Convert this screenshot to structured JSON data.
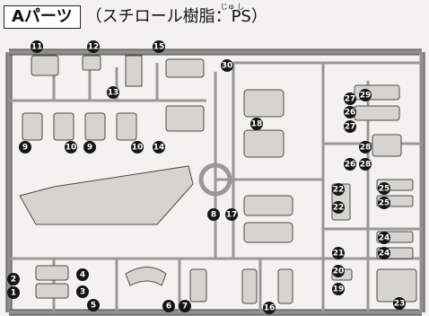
{
  "header": {
    "label": "Aパーツ",
    "material": "（スチロール樹脂：PS）",
    "furigana": "じゅ し"
  },
  "badges": [
    "1",
    "2",
    "3",
    "4",
    "5",
    "6",
    "7",
    "8",
    "9",
    "9",
    "10",
    "10",
    "11",
    "12",
    "13",
    "14",
    "15",
    "16",
    "17",
    "18",
    "19",
    "20",
    "21",
    "22",
    "22",
    "23",
    "24",
    "24",
    "25",
    "25",
    "26",
    "26",
    "27",
    "27",
    "28",
    "28",
    "29",
    "30"
  ],
  "colors": {
    "sprue": "#999894",
    "part": "#d6d4cf",
    "outline": "#4a4a48",
    "badge": "#151515",
    "background": "#f3f2ee"
  }
}
